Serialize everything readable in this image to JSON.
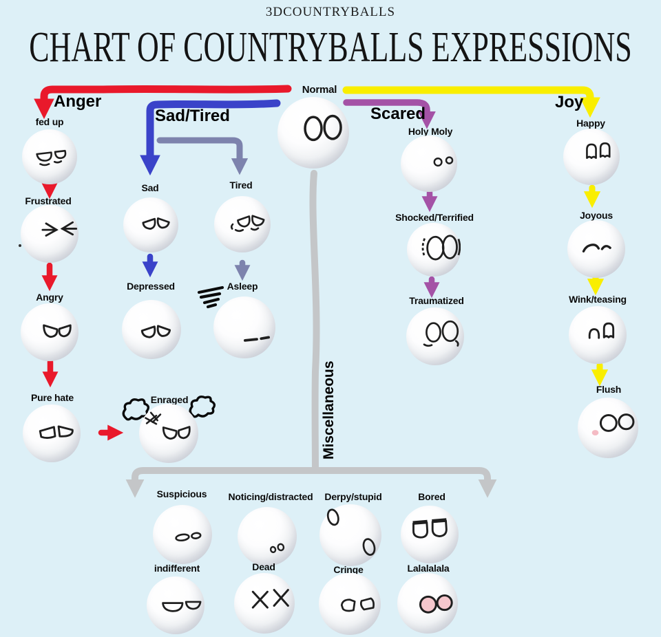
{
  "page": {
    "site_title": "3DCOUNTRYBALLS",
    "title": "CHART OF COUNTRYBALLS EXPRESSIONS"
  },
  "colors": {
    "background": "#ddf0f7",
    "anger_red": "#e9192b",
    "sad_blue": "#3a43c9",
    "tired_slate": "#7d83ad",
    "scared_purple": "#a452a6",
    "joy_yellow": "#f9ee00",
    "misc_gray": "#c4c6c8",
    "text_black": "#0a0a0a",
    "blush_pink": "#f2afba"
  },
  "branches": {
    "anger": {
      "label": "Anger",
      "color": "#e9192b",
      "sequence": [
        "fed up",
        "Frustrated",
        "Angry",
        "Pure hate",
        "Enraged"
      ]
    },
    "sad_tired": {
      "label": "Sad/Tired",
      "color": "#3a43c9",
      "sad_sequence": [
        "Sad",
        "Depressed"
      ],
      "tired_color": "#7d83ad",
      "tired_sequence": [
        "Tired",
        "Asleep"
      ]
    },
    "scared": {
      "label": "Scared",
      "color": "#a452a6",
      "sequence": [
        "Holy Moly",
        "Shocked/Terrified",
        "Traumatized"
      ]
    },
    "joy": {
      "label": "Joy",
      "color": "#f9ee00",
      "sequence": [
        "Happy",
        "Joyous",
        "Wink/teasing",
        "Flush"
      ]
    },
    "misc": {
      "label": "Miscellaneous",
      "color": "#c4c6c8",
      "row1": [
        "Suspicious",
        "Noticing/distracted",
        "Derpy/stupid",
        "Bored"
      ],
      "row2": [
        "indifferent",
        "Dead",
        "Cringe",
        "Lalalalala"
      ]
    }
  },
  "nodes": {
    "normal": {
      "label": "Normal"
    },
    "fed_up": {
      "label": "fed up"
    },
    "frustrated": {
      "label": "Frustrated"
    },
    "angry": {
      "label": "Angry"
    },
    "pure_hate": {
      "label": "Pure hate"
    },
    "enraged": {
      "label": "Enraged"
    },
    "sad": {
      "label": "Sad"
    },
    "depressed": {
      "label": "Depressed"
    },
    "tired": {
      "label": "Tired"
    },
    "asleep": {
      "label": "Asleep"
    },
    "holy_moly": {
      "label": "Holy Moly"
    },
    "shocked": {
      "label": "Shocked/Terrified"
    },
    "traumatized": {
      "label": "Traumatized"
    },
    "happy": {
      "label": "Happy"
    },
    "joyous": {
      "label": "Joyous"
    },
    "wink": {
      "label": "Wink/teasing"
    },
    "flush": {
      "label": "Flush"
    },
    "suspicious": {
      "label": "Suspicious"
    },
    "noticing": {
      "label": "Noticing/distracted"
    },
    "derpy": {
      "label": "Derpy/stupid"
    },
    "bored": {
      "label": "Bored"
    },
    "indifferent": {
      "label": "indifferent"
    },
    "dead": {
      "label": "Dead"
    },
    "cringe": {
      "label": "Cringe"
    },
    "lalalalala": {
      "label": "Lalalalala"
    }
  }
}
